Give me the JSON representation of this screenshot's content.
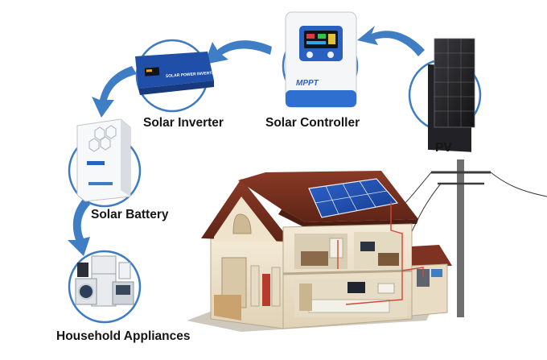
{
  "nodes": {
    "pv": {
      "label": "PV"
    },
    "controller": {
      "label": "Solar Controller",
      "brand": "MPPT"
    },
    "inverter": {
      "label": "Solar Inverter",
      "panel_text": "SOLAR POWER INVERTER"
    },
    "battery": {
      "label": "Solar Battery"
    },
    "appliances": {
      "label": "Household Appliances"
    }
  },
  "colors": {
    "ring": "#3d7cc2",
    "arrow": "#3f7dc4",
    "accent": "#1f5fbf",
    "label": "#151515"
  }
}
